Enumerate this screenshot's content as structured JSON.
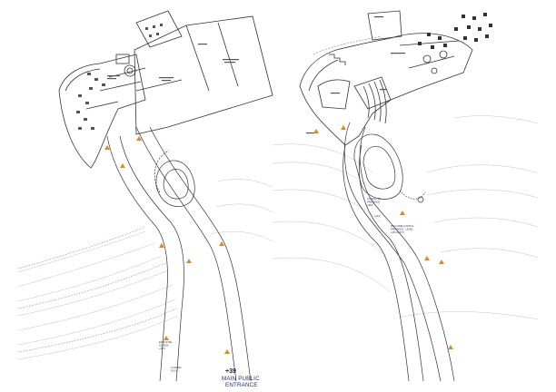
{
  "colors": {
    "line": "#333333",
    "topo": "#b9b9b9",
    "red_contour": "#c0504d",
    "arrow": "#e08a1e",
    "label_blue": "#1f2a7a"
  },
  "left_plan": {
    "elevation_marker": "+39",
    "main_entrance_line1": "MAIN PUBLIC",
    "main_entrance_line2": "ENTRANCE",
    "employee_access_line1": "EMPLOYEE",
    "employee_access_line2": "ACCESS",
    "employee_access_line3": "+35.5",
    "loading_dock_line1": "LOADING",
    "loading_dock_line2": "DOCK"
  },
  "right_plan": {
    "welcome_line1": "WELCOME & INITIAL",
    "welcome_line2": "PRESENCE - LEVEL",
    "welcome_line3": "+38.0 (EXIT)",
    "access_line1": "ACCESS TO",
    "access_line2": "PRESENCE",
    "access_line3": "+38.0",
    "level_marker": "+39.0"
  }
}
